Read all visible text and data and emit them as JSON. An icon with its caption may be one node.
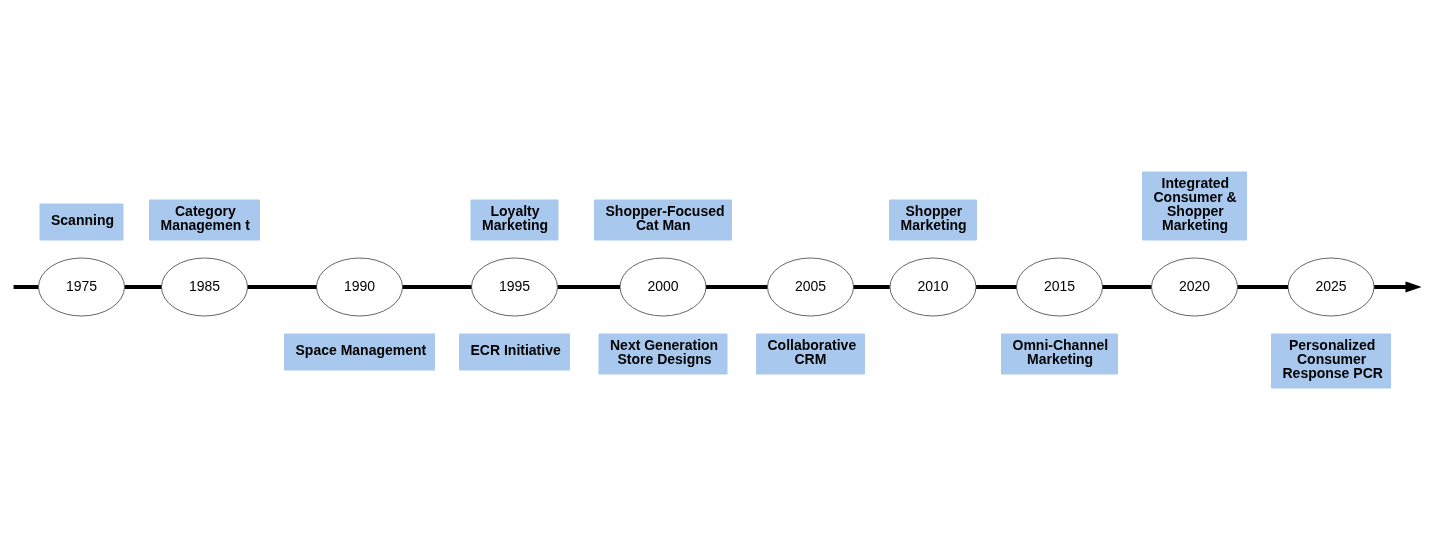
{
  "diagram": {
    "nodes": [
      {
        "text": [
          "Scanning"
        ]
      },
      {
        "text": [
          "1975"
        ]
      },
      {
        "text": [
          "Category Managemen t"
        ]
      },
      {
        "text": [
          "1985"
        ]
      },
      {
        "text": [
          "1990"
        ]
      },
      {
        "text": [
          "Space Management"
        ]
      },
      {
        "text": [
          "Loyalty Marketing"
        ]
      },
      {
        "text": [
          "1995"
        ]
      },
      {
        "text": [
          "ECR Initiative"
        ]
      },
      {
        "text": [
          "Shopper-Focused Cat Man"
        ]
      },
      {
        "text": [
          "2000"
        ]
      },
      {
        "text": [
          "Next Generation Store Designs"
        ]
      },
      {
        "text": [
          "2005"
        ]
      },
      {
        "text": [
          "Collaborative CRM"
        ]
      },
      {
        "text": [
          "Shopper Marketing"
        ]
      },
      {
        "text": [
          "2010"
        ]
      },
      {
        "text": [
          "2015"
        ]
      },
      {
        "text": [
          "Omni-Channel Marketing"
        ]
      },
      {
        "text": [
          "Integrated Consumer & Shopper Marketing"
        ]
      },
      {
        "text": [
          "2020"
        ]
      },
      {
        "text": [
          "2025"
        ]
      },
      {
        "text": [
          "Personalized Consumer Response PCR"
        ]
      }
    ],
    "edges": [
      {
        "from": null,
        "to": 1,
        "arrow": "none"
      },
      {
        "from": 1,
        "to": 3,
        "arrow": "none"
      },
      {
        "from": 3,
        "to": 4,
        "arrow": "none"
      },
      {
        "from": 4,
        "to": 7,
        "arrow": "none"
      },
      {
        "from": 7,
        "to": 10,
        "arrow": "none"
      },
      {
        "from": 10,
        "to": 12,
        "arrow": "none"
      },
      {
        "from": 12,
        "to": 15,
        "arrow": "none"
      },
      {
        "from": 15,
        "to": 16,
        "arrow": "none"
      },
      {
        "from": 16,
        "to": 19,
        "arrow": "none"
      },
      {
        "from": 19,
        "to": 20,
        "arrow": "none"
      },
      {
        "from": 20,
        "to": null,
        "arrow": "to"
      }
    ]
  }
}
